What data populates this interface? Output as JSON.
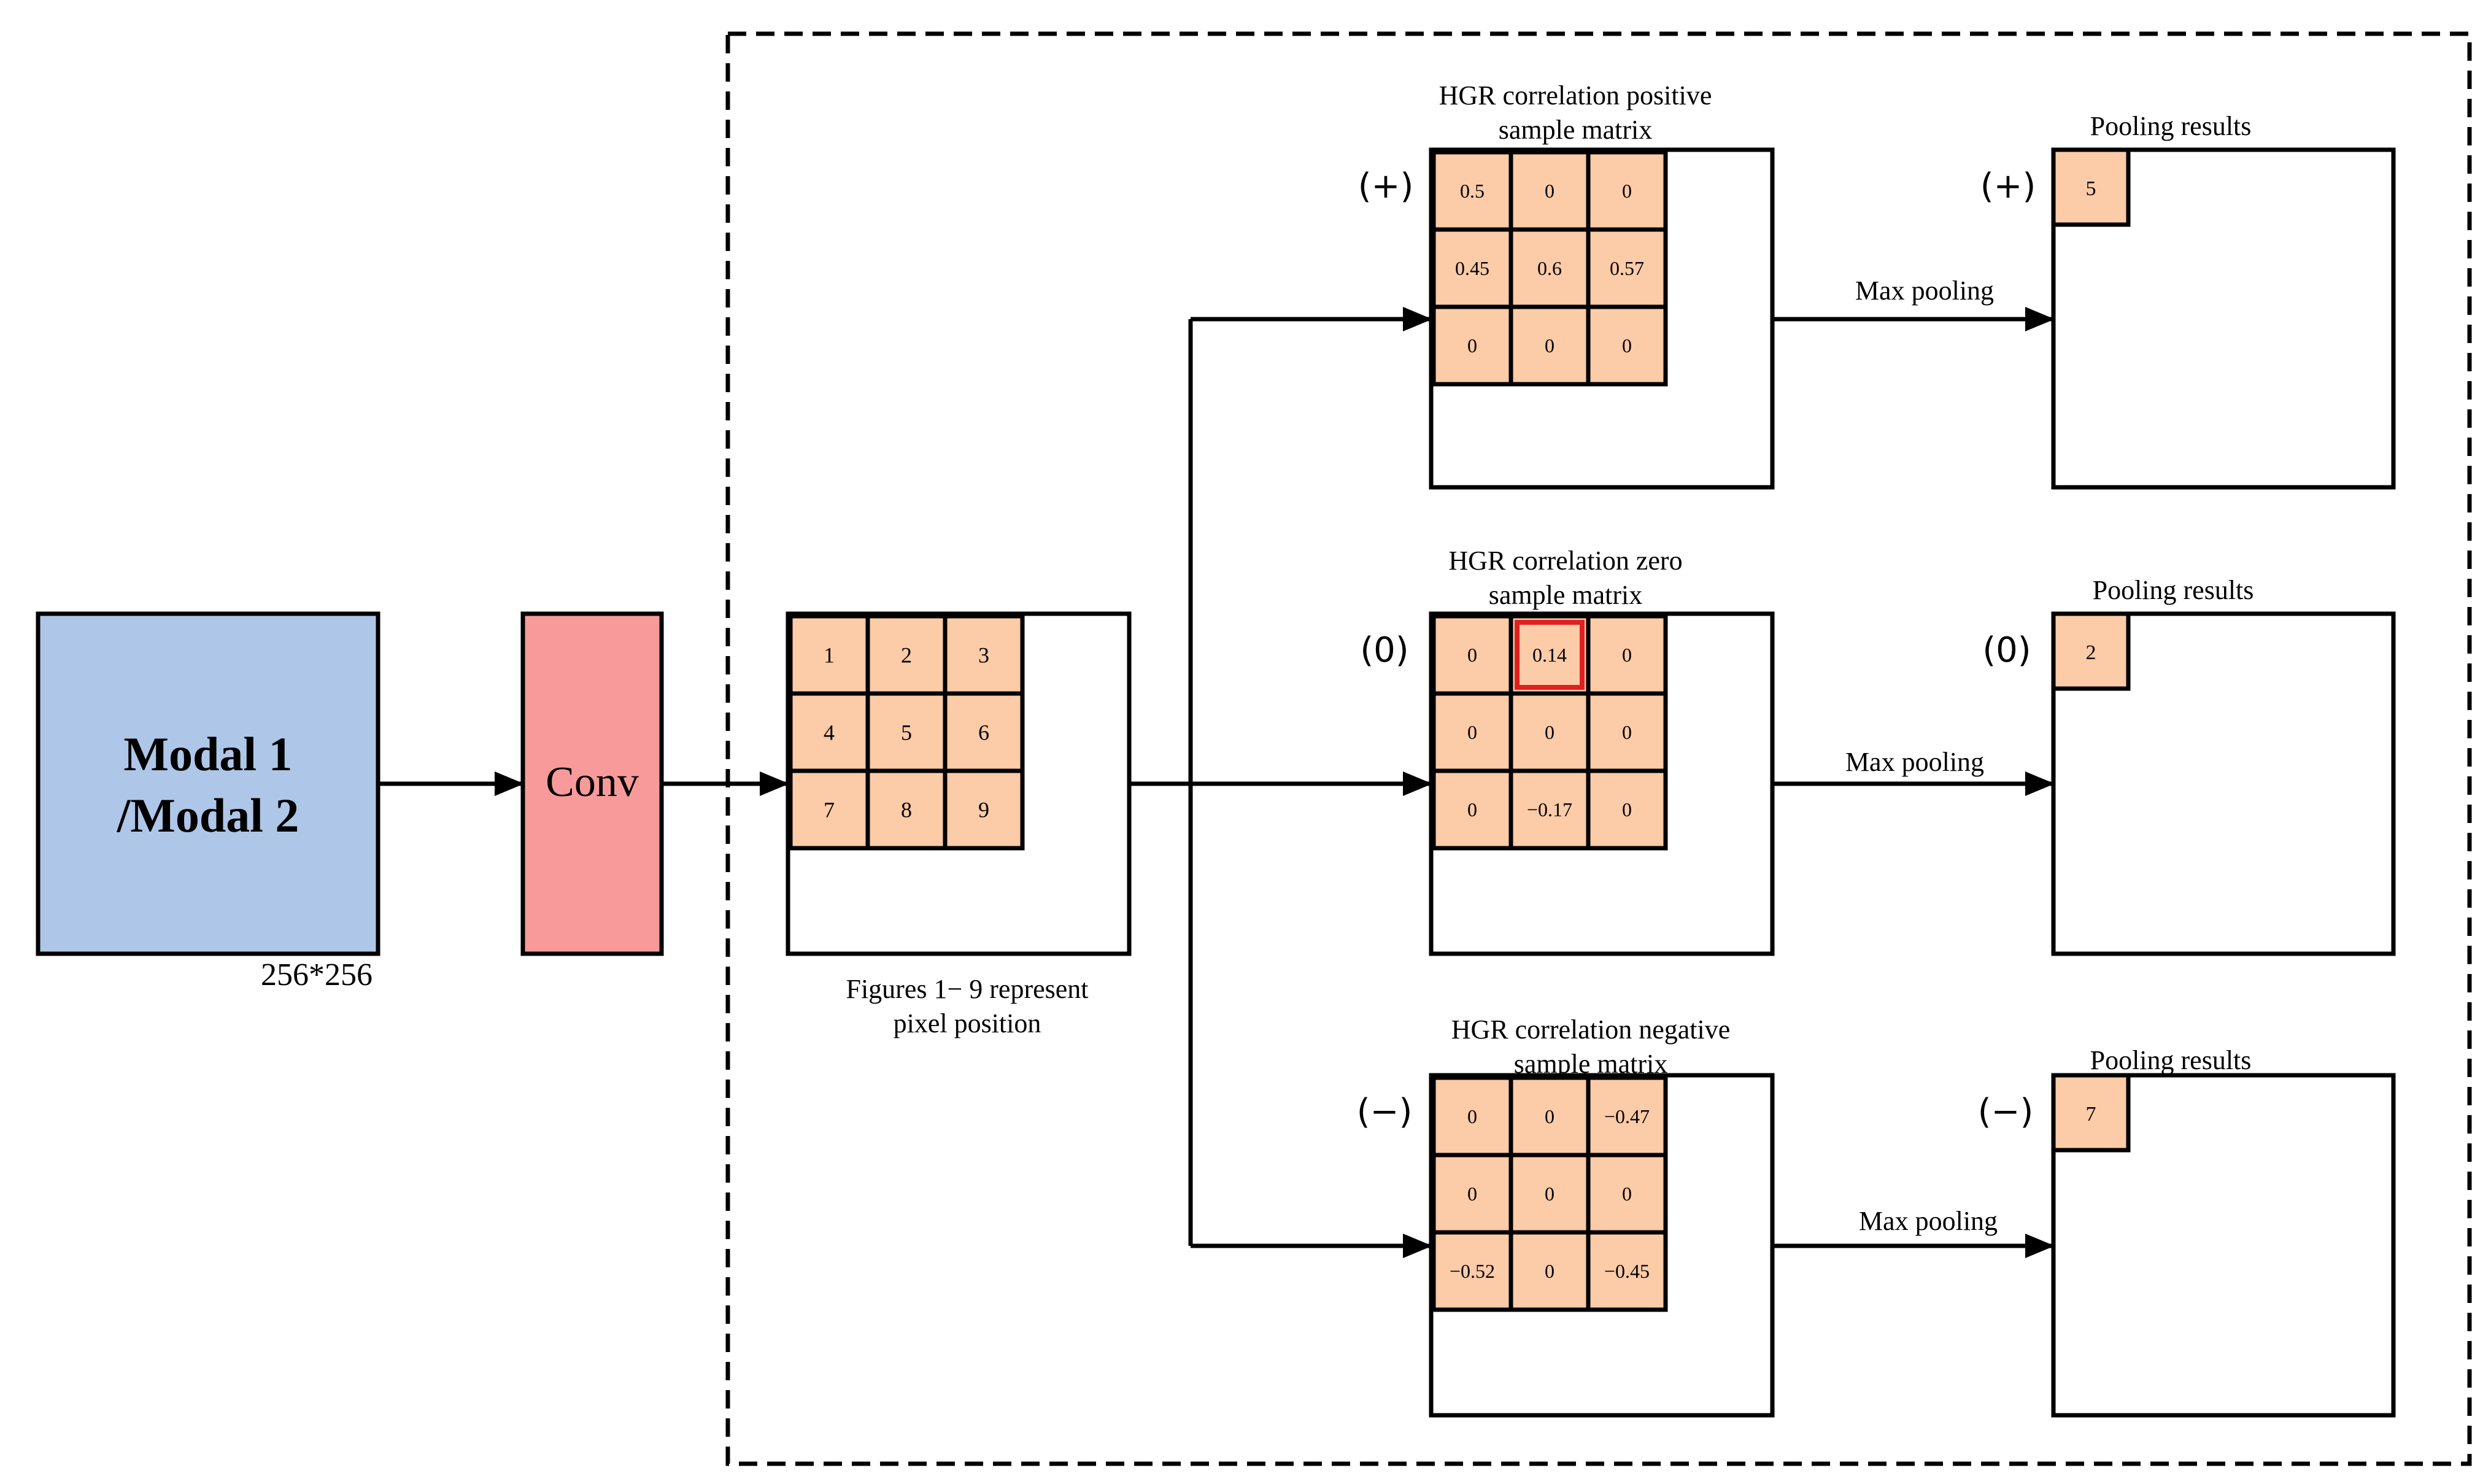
{
  "input_block": {
    "label_line1": "Modal 1",
    "label_line2": "/Modal 2",
    "size_label": "256*256",
    "fill": "#AEC6E8"
  },
  "conv_block": {
    "label": "Conv",
    "fill": "#F99A9A"
  },
  "pixel_grid": {
    "cells": [
      "1",
      "2",
      "3",
      "4",
      "5",
      "6",
      "7",
      "8",
      "9"
    ],
    "caption_line1": "Figures 1− 9 represent",
    "caption_line2": "pixel position"
  },
  "cell_fill": "#FCCBA7",
  "highlight_color": "#E02020",
  "branches": [
    {
      "key": "positive",
      "title_line1": "HGR correlation positive",
      "title_line2": "sample matrix",
      "sign": "(+)",
      "cells": [
        "0.5",
        "0",
        "0",
        "0.45",
        "0.6",
        "0.57",
        "0",
        "0",
        "0"
      ],
      "highlight_index": null,
      "arrow_label": "Max pooling",
      "pool_title": "Pooling results",
      "pool_sign": "(+)",
      "pool_value": "5"
    },
    {
      "key": "zero",
      "title_line1": "HGR correlation zero",
      "title_line2": "sample matrix",
      "sign": "(0)",
      "cells": [
        "0",
        "0.14",
        "0",
        "0",
        "0",
        "0",
        "0",
        "−0.17",
        "0"
      ],
      "highlight_index": 1,
      "arrow_label": "Max pooling",
      "pool_title": "Pooling results",
      "pool_sign": "(0)",
      "pool_value": "2"
    },
    {
      "key": "negative",
      "title_line1": "HGR correlation negative",
      "title_line2": "sample matrix",
      "sign": "(−)",
      "cells": [
        "0",
        "0",
        "−0.47",
        "0",
        "0",
        "0",
        "−0.52",
        "0",
        "−0.45"
      ],
      "highlight_index": null,
      "arrow_label": "Max pooling",
      "pool_title": "Pooling results",
      "pool_sign": "(−)",
      "pool_value": "7"
    }
  ]
}
